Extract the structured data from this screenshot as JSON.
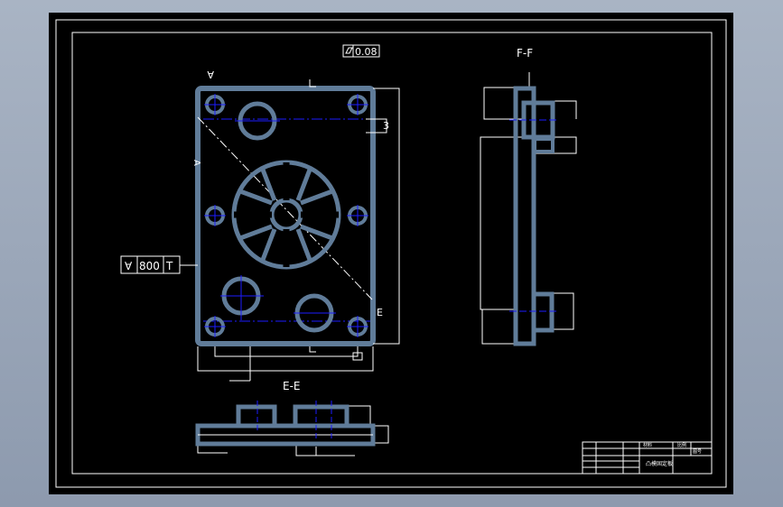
{
  "drawing": {
    "flatness_tolerance": "0.08",
    "view_label_a": "A",
    "section_label_ff": "F-F",
    "section_label_ee": "E-E",
    "section_mark_f": "F",
    "section_mark_e": "E",
    "dimension_3": "3",
    "datum_callout": {
      "symbol": "∀",
      "value": "800",
      "suffix": "T"
    }
  },
  "title_block": {
    "cell_top": "材料",
    "cell_right_1": "比例",
    "cell_right_2": "图号",
    "cell_mid": "凸模固定板"
  },
  "colors": {
    "part_fill": "#607c99",
    "center_line": "#1c1cff",
    "line": "#ffffff",
    "background": "#000000"
  }
}
